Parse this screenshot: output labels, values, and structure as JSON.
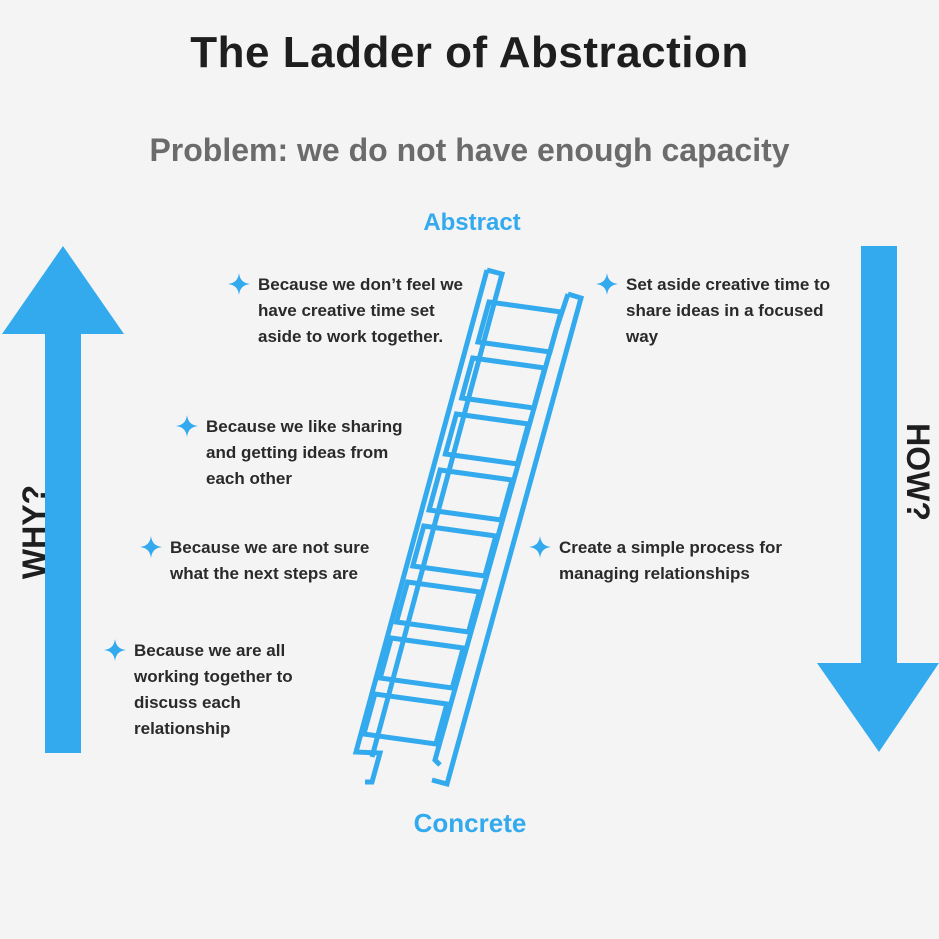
{
  "title": "The Ladder of Abstraction",
  "subtitle": "Problem: we do not have enough capacity",
  "ladder": {
    "top_label": "Abstract",
    "bottom_label": "Concrete"
  },
  "left_axis": {
    "label": "WHY?",
    "direction": "up"
  },
  "right_axis": {
    "label": "HOW?",
    "direction": "down"
  },
  "why_items": [
    {
      "text": "Because we don’t feel we have creative time set aside to work together."
    },
    {
      "text": "Because we like sharing and getting ideas from each other"
    },
    {
      "text": "Because we are not sure what the next steps are"
    },
    {
      "text": "Because we are all working together to discuss each relationship"
    }
  ],
  "how_items": [
    {
      "text": "Set aside creative time to share ideas in a focused way"
    },
    {
      "text": "Create a simple process for managing relationships"
    }
  ],
  "colors": {
    "accent": "#33aaee",
    "background": "#f4f4f4",
    "text": "#1e1e1e",
    "subtitle": "#6b6b6b"
  },
  "icons": {
    "bullet": "sparkle-star-icon",
    "ladder": "ladder-icon"
  }
}
